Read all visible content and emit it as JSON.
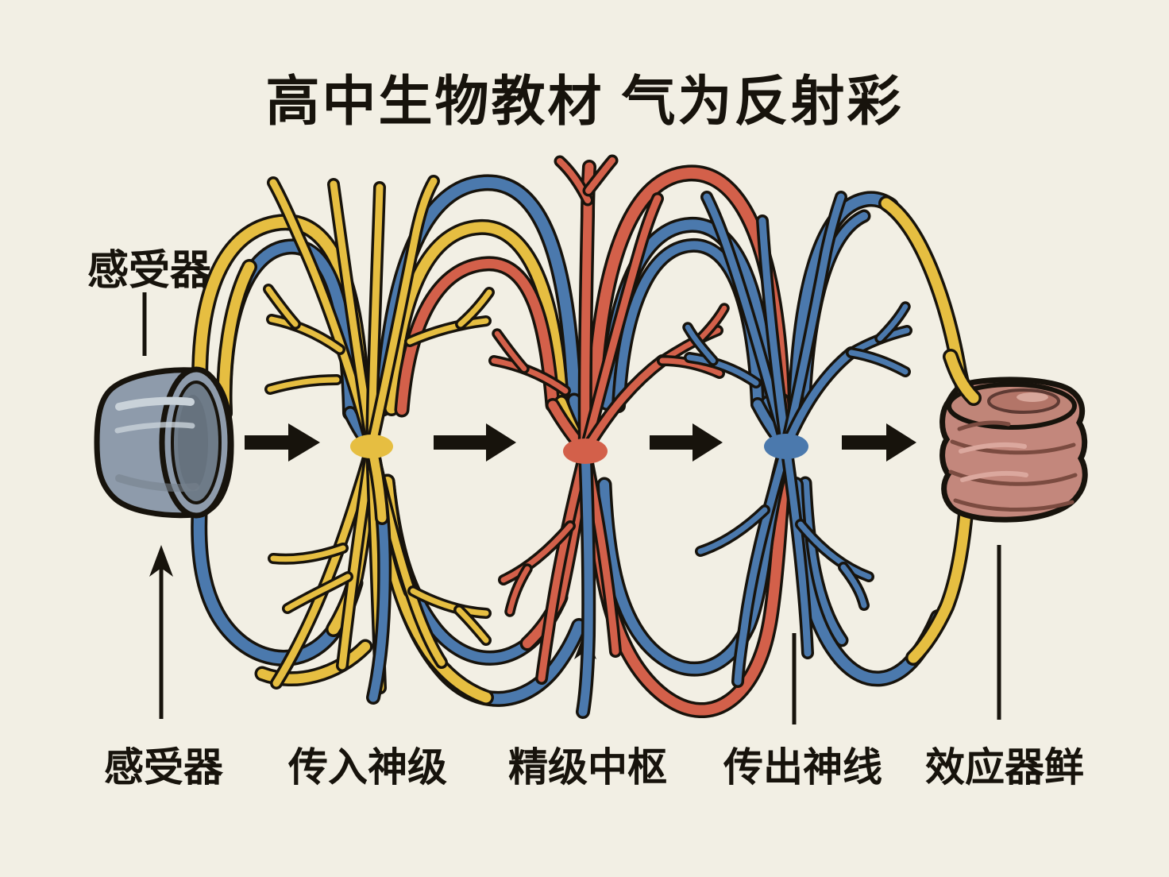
{
  "title": "高中生物教材 气为反射彩",
  "callout_label": "感受器",
  "bottom_labels": [
    "感受器",
    "传入神级",
    "精级中枢",
    "传出神线",
    "效应器鲜"
  ],
  "diagram": {
    "components": [
      "receptor-cylinder",
      "afferent-neuron",
      "nerve-center-neuron",
      "efferent-neuron",
      "effector-muscle"
    ],
    "flow_arrow_count": 4
  },
  "colors": {
    "background": "#F2EFE4",
    "ink": "#17130C",
    "wire_yellow": "#E6BE41",
    "wire_blue": "#4B79AD",
    "wire_red": "#D3604A",
    "receptor_gray": "#8E9BAB",
    "receptor_gray_dark": "#6E7B88",
    "receptor_highlight": "#C9D2D9",
    "muscle_pink": "#C3877C",
    "muscle_pink_dark": "#7B4B40",
    "muscle_pink_light": "#DBA89E"
  }
}
